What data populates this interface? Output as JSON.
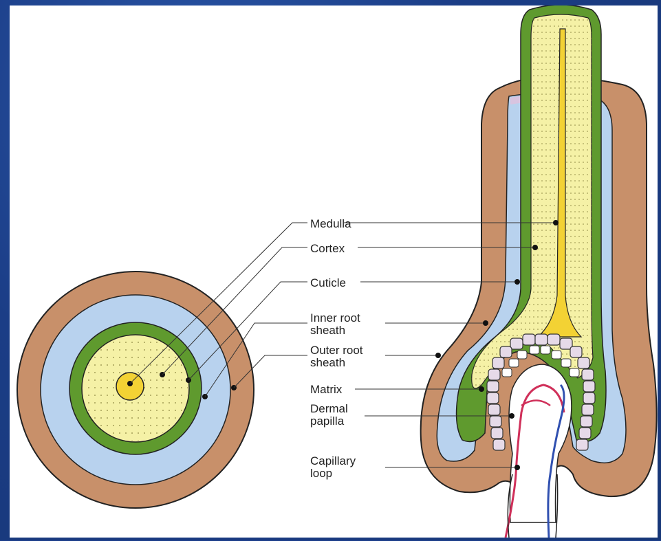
{
  "labels": {
    "medulla": "Medulla",
    "cortex": "Cortex",
    "cuticle": "Cuticle",
    "inner_root_sheath": [
      "Inner root",
      "sheath"
    ],
    "outer_root_sheath": [
      "Outer root",
      "sheath"
    ],
    "matrix": "Matrix",
    "dermal_papilla": [
      "Dermal",
      "papilla"
    ],
    "capillary_loop": [
      "Capillary",
      "loop"
    ]
  },
  "colors": {
    "outer_root_sheath": "#c8906a",
    "inner_root_sheath": "#b8d2ee",
    "cuticle": "#5f9a2e",
    "cortex": "#f5f1a6",
    "medulla": "#f3d234",
    "artery": "#d0305a",
    "vein": "#3050b0",
    "frame": "#1b3d86"
  }
}
